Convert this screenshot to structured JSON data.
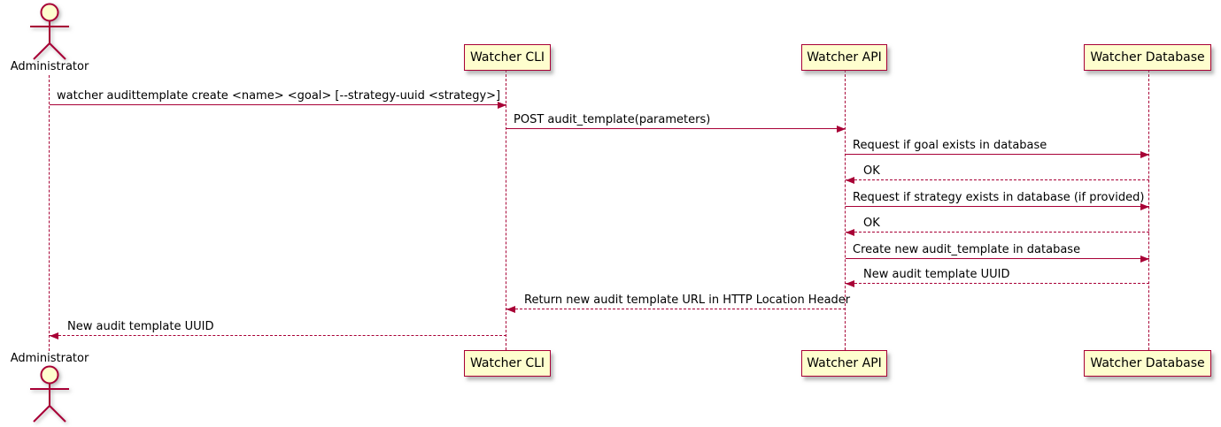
{
  "diagram": {
    "type": "sequence",
    "colors": {
      "accent": "#A80036",
      "participant_fill": "#FEFECE",
      "text": "#000000",
      "background": "#FFFFFF"
    },
    "actors": [
      {
        "id": "administrator",
        "label": "Administrator"
      }
    ],
    "participants": [
      {
        "id": "watcher-cli",
        "label": "Watcher CLI"
      },
      {
        "id": "watcher-api",
        "label": "Watcher API"
      },
      {
        "id": "watcher-database",
        "label": "Watcher Database"
      }
    ],
    "messages": [
      {
        "from": "Administrator",
        "to": "Watcher CLI",
        "text": "watcher audittemplate create <name> <goal> [--strategy-uuid <strategy>]",
        "line": "solid",
        "direction": "right"
      },
      {
        "from": "Watcher CLI",
        "to": "Watcher API",
        "text": "POST audit_template(parameters)",
        "line": "solid",
        "direction": "right"
      },
      {
        "from": "Watcher API",
        "to": "Watcher Database",
        "text": "Request if goal exists in database",
        "line": "solid",
        "direction": "right"
      },
      {
        "from": "Watcher Database",
        "to": "Watcher API",
        "text": "OK",
        "line": "dashed",
        "direction": "left"
      },
      {
        "from": "Watcher API",
        "to": "Watcher Database",
        "text": "Request if strategy exists in database (if provided)",
        "line": "solid",
        "direction": "right"
      },
      {
        "from": "Watcher Database",
        "to": "Watcher API",
        "text": "OK",
        "line": "dashed",
        "direction": "left"
      },
      {
        "from": "Watcher API",
        "to": "Watcher Database",
        "text": "Create new audit_template in database",
        "line": "solid",
        "direction": "right"
      },
      {
        "from": "Watcher Database",
        "to": "Watcher API",
        "text": "New audit template UUID",
        "line": "dashed",
        "direction": "left"
      },
      {
        "from": "Watcher API",
        "to": "Watcher CLI",
        "text": "Return new audit template URL in HTTP Location Header",
        "line": "dashed",
        "direction": "left"
      },
      {
        "from": "Watcher CLI",
        "to": "Administrator",
        "text": "New audit template UUID",
        "line": "dashed",
        "direction": "left"
      }
    ]
  }
}
